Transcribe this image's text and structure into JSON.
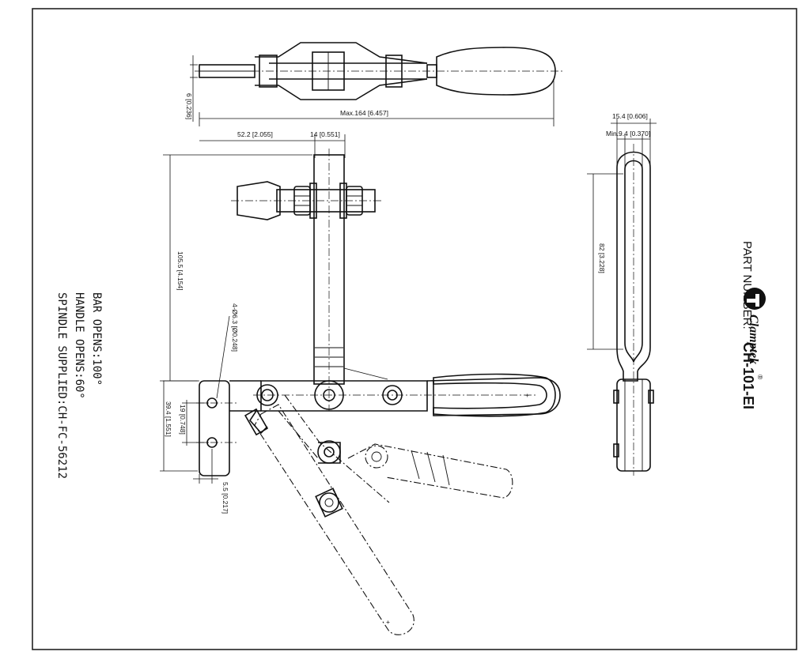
{
  "title_block": {
    "brand_name": "Clamptek",
    "registered_mark": "®",
    "part_number_label": "PART NUMBER:",
    "part_number_value": "CH-101-EI"
  },
  "notes": {
    "bar_opens": "BAR OPENS:100°",
    "handle_opens": "HANDLE OPENS:60°",
    "spindle_supplied": "SPINDLE SUPPLIED:CH-FC-56212"
  },
  "dimensions": {
    "max_length": "Max.164 [6.457]",
    "bar_offset": "52.2 [2.055]",
    "bar_width": "14 [0.551]",
    "top_thickness": "6 [0.236]",
    "height": "105.5 [4.154]",
    "mount_holes": "4-Ø6.3 [Ø0.248]",
    "hole_spacing": "19 [0.748]",
    "base_length": "39.4 [1.551]",
    "hole_edge": "5.5 [0.217]",
    "side_width": "15.4 [0.606]",
    "slot_width": "Min.9.4 [0.370]",
    "slot_length": "82 [3.228]"
  }
}
